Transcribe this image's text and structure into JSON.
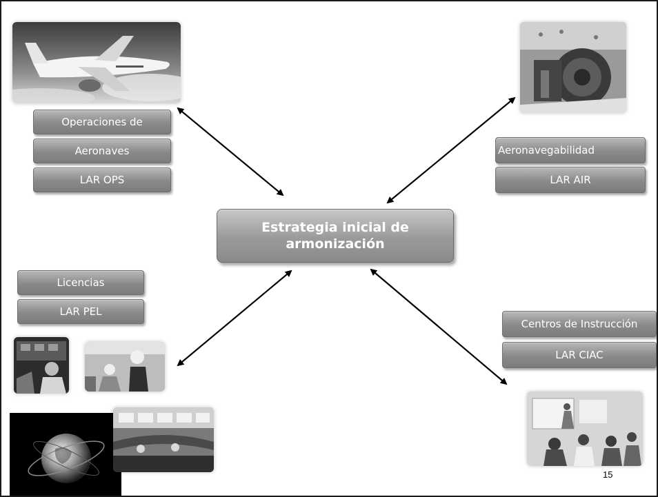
{
  "center": {
    "line1": "Estrategia inicial de",
    "line2": "armonización"
  },
  "operaciones": {
    "line1": "Operaciones de",
    "line2": "Aeronaves",
    "code": "LAR OPS"
  },
  "aeronavegabilidad": {
    "title": "Aeronavegabilidad",
    "code": "LAR AIR"
  },
  "licencias": {
    "title": "Licencias",
    "code": "LAR PEL"
  },
  "centros": {
    "title": "Centros de Instrucción",
    "code": "LAR CIAC"
  },
  "page_number": "15"
}
